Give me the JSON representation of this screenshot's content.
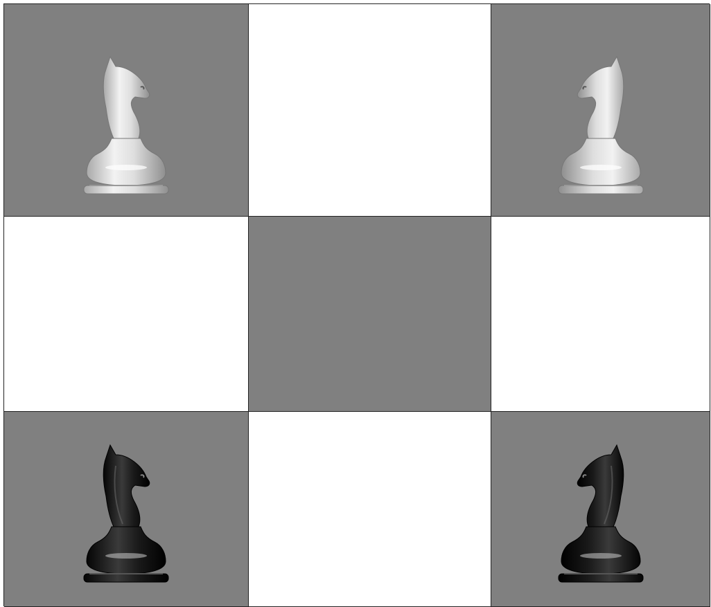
{
  "board": {
    "rows": 3,
    "columns": 3,
    "squares": [
      [
        "dark",
        "light",
        "dark"
      ],
      [
        "light",
        "dark",
        "light"
      ],
      [
        "dark",
        "light",
        "dark"
      ]
    ],
    "colors": {
      "dark_square": "#808080",
      "light_square": "#ffffff",
      "grid_line": "#222222"
    }
  },
  "pieces": [
    {
      "type": "knight",
      "color": "white",
      "row": 1,
      "col": 1,
      "facing": "right",
      "icon": "white-knight-icon"
    },
    {
      "type": "knight",
      "color": "white",
      "row": 1,
      "col": 3,
      "facing": "left",
      "icon": "white-knight-icon"
    },
    {
      "type": "knight",
      "color": "black",
      "row": 3,
      "col": 1,
      "facing": "right",
      "icon": "black-knight-icon"
    },
    {
      "type": "knight",
      "color": "black",
      "row": 3,
      "col": 3,
      "facing": "left",
      "icon": "black-knight-icon"
    }
  ]
}
